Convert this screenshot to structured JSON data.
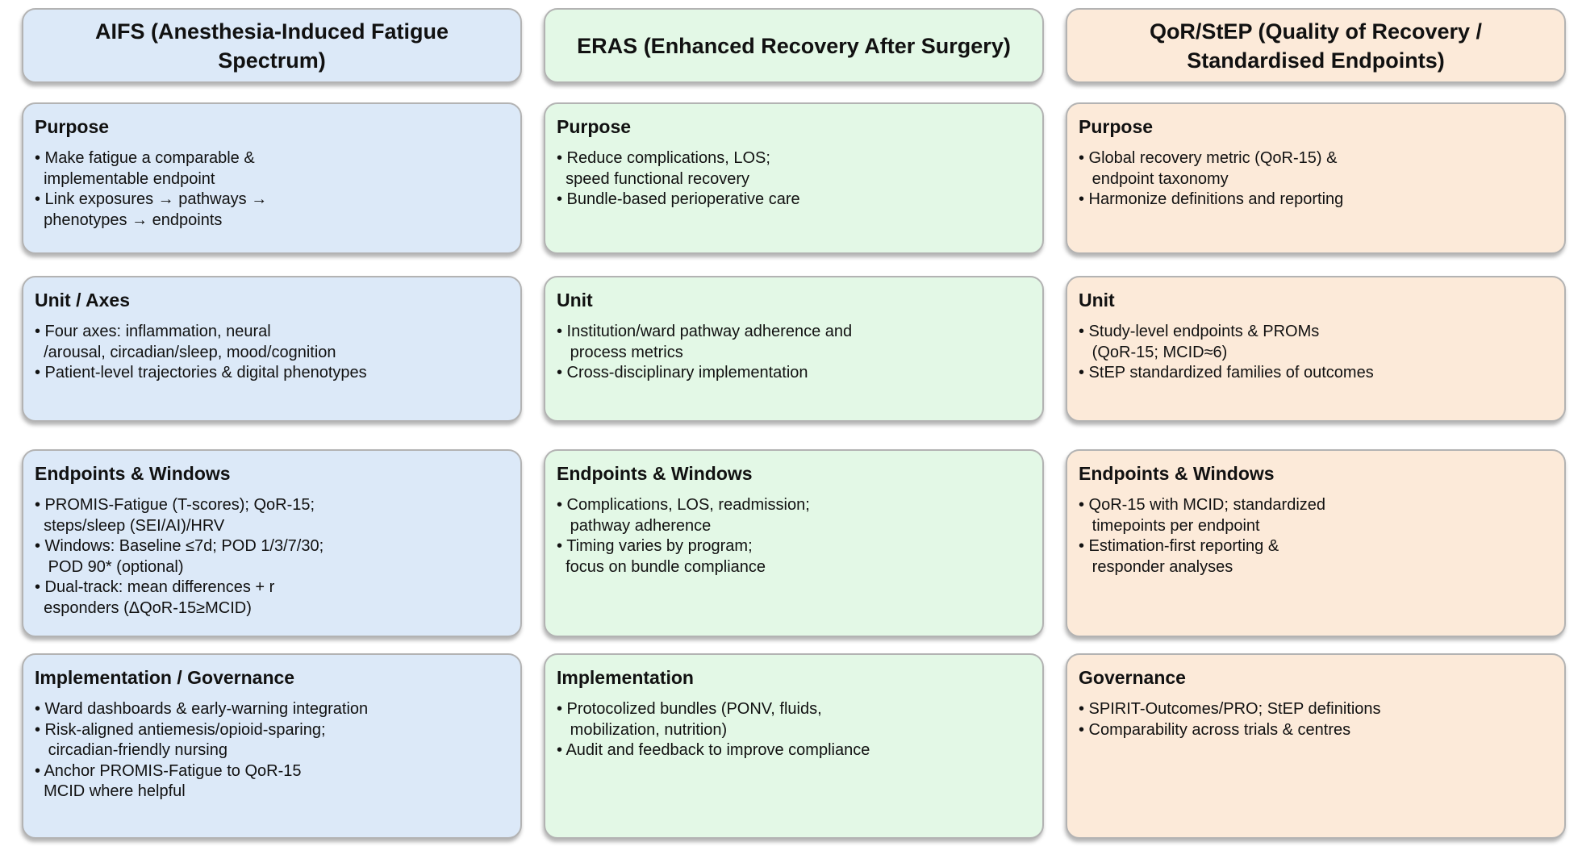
{
  "board": {
    "background": "#ffffff",
    "border_color": "#b3b3b3",
    "text_color": "#111111"
  },
  "columns": [
    {
      "id": "aifs",
      "color": "#dce9f8",
      "header_lines": [
        "AIFS (Anesthesia-Induced Fatigue",
        "Spectrum)"
      ],
      "cards": [
        {
          "slug": "purpose",
          "title": "Purpose",
          "lines": [
            "• Make fatigue a comparable &",
            "  implementable endpoint",
            "• Link exposures → pathways →",
            "  phenotypes → endpoints"
          ]
        },
        {
          "slug": "unit-axes",
          "title": "Unit / Axes",
          "lines": [
            "• Four axes: inflammation, neural",
            "  /arousal, circadian/sleep, mood/cognition",
            "• Patient-level trajectories & digital phenotypes"
          ]
        },
        {
          "slug": "endpoints-windows",
          "title": "Endpoints & Windows",
          "lines": [
            "• PROMIS-Fatigue (T-scores); QoR-15;",
            "  steps/sleep (SEI/AI)/HRV",
            "• Windows: Baseline ≤7d; POD 1/3/7/30;",
            "   POD 90* (optional)",
            "• Dual-track: mean differences + r",
            "  esponders (ΔQoR-15≥MCID)"
          ]
        },
        {
          "slug": "implementation-governance",
          "title": "Implementation / Governance",
          "lines": [
            "• Ward dashboards & early-warning integration",
            "• Risk-aligned antiemesis/opioid-sparing;",
            "   circadian-friendly nursing",
            "• Anchor PROMIS-Fatigue to QoR-15",
            "  MCID where helpful"
          ]
        }
      ]
    },
    {
      "id": "eras",
      "color": "#e3f8e6",
      "header_lines": [
        "ERAS (Enhanced Recovery After Surgery)"
      ],
      "cards": [
        {
          "slug": "purpose",
          "title": "Purpose",
          "lines": [
            "• Reduce complications, LOS;",
            "  speed functional recovery",
            "• Bundle-based perioperative care"
          ]
        },
        {
          "slug": "unit",
          "title": "Unit",
          "lines": [
            "• Institution/ward pathway adherence and",
            "   process metrics",
            "• Cross-disciplinary implementation"
          ]
        },
        {
          "slug": "endpoints-windows",
          "title": "Endpoints & Windows",
          "lines": [
            "• Complications, LOS, readmission;",
            "   pathway adherence",
            "• Timing varies by program;",
            "  focus on bundle compliance"
          ]
        },
        {
          "slug": "implementation",
          "title": "Implementation",
          "lines": [
            "• Protocolized bundles (PONV, fluids,",
            "   mobilization, nutrition)",
            "• Audit and feedback to improve compliance"
          ]
        }
      ]
    },
    {
      "id": "qor-step",
      "color": "#fcead9",
      "header_lines": [
        "QoR/StEP (Quality of Recovery /",
        "Standardised Endpoints)"
      ],
      "cards": [
        {
          "slug": "purpose",
          "title": "Purpose",
          "lines": [
            "• Global recovery metric (QoR-15) &",
            "   endpoint taxonomy",
            "• Harmonize definitions and reporting"
          ]
        },
        {
          "slug": "unit",
          "title": "Unit",
          "lines": [
            "• Study-level endpoints & PROMs",
            "   (QoR-15; MCID≈6)",
            "• StEP standardized families of outcomes"
          ]
        },
        {
          "slug": "endpoints-windows",
          "title": "Endpoints & Windows",
          "lines": [
            "• QoR-15 with MCID; standardized",
            "   timepoints per endpoint",
            "• Estimation-first reporting &",
            "   responder analyses"
          ]
        },
        {
          "slug": "governance",
          "title": "Governance",
          "lines": [
            "• SPIRIT-Outcomes/PRO; StEP definitions",
            "• Comparability across trials & centres"
          ]
        }
      ]
    }
  ]
}
